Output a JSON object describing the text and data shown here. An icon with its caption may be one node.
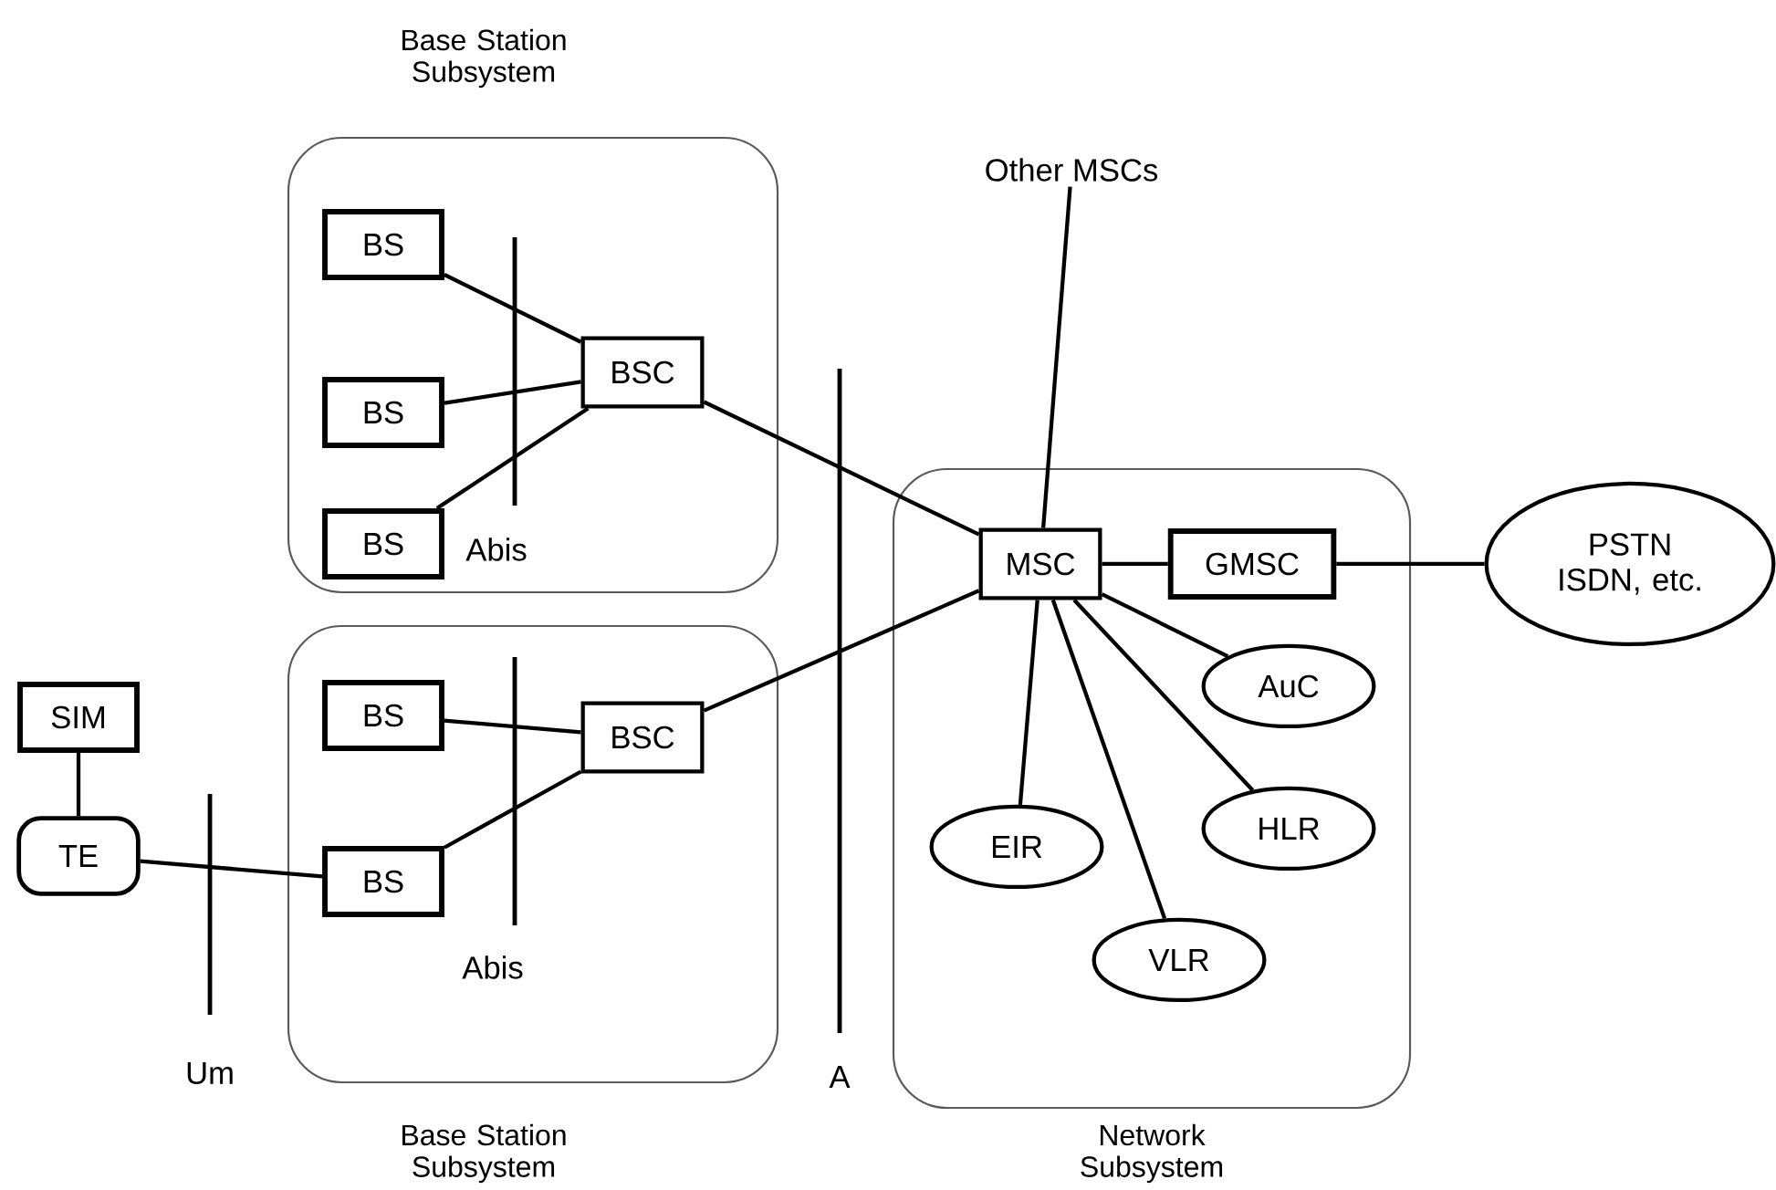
{
  "diagram": {
    "nodes": [
      {
        "text": [
          "Base Station Subsystem"
        ]
      },
      {
        "text": [
          "BS"
        ],
        "in": 0
      },
      {
        "text": [
          "BS"
        ],
        "in": 0
      },
      {
        "text": [
          "BS"
        ],
        "in": 0
      },
      {
        "text": [
          "BSC"
        ],
        "in": 0
      },
      {
        "text": [
          "Base Station Subsystem"
        ]
      },
      {
        "text": [
          "BS"
        ],
        "in": 5
      },
      {
        "text": [
          "BS"
        ],
        "in": 5
      },
      {
        "text": [
          "BSC"
        ],
        "in": 5
      },
      {
        "text": [
          "SIM"
        ]
      },
      {
        "text": [
          "TE"
        ]
      },
      {
        "text": [
          "Network Subsystem"
        ]
      },
      {
        "text": [
          "MSC"
        ],
        "in": 11
      },
      {
        "text": [
          "GMSC"
        ],
        "in": 11
      },
      {
        "text": [
          "AuC"
        ],
        "in": 11
      },
      {
        "text": [
          "HLR"
        ],
        "in": 11
      },
      {
        "text": [
          "EIR"
        ],
        "in": 11
      },
      {
        "text": [
          "VLR"
        ],
        "in": 11
      },
      {
        "text": [
          "PSTN ISDN, etc."
        ]
      },
      {
        "text": [
          "Other MSCs"
        ]
      }
    ],
    "edges": [
      {
        "from": 1,
        "to": 4,
        "arrow": "none"
      },
      {
        "from": 2,
        "to": 4,
        "arrow": "none"
      },
      {
        "from": 3,
        "to": 4,
        "arrow": "none"
      },
      {
        "from": 6,
        "to": 8,
        "arrow": "none"
      },
      {
        "from": 7,
        "to": 8,
        "arrow": "none"
      },
      {
        "from": 9,
        "to": 10,
        "arrow": "none"
      },
      {
        "from": 10,
        "to": 7,
        "arrow": "none"
      },
      {
        "from": 4,
        "to": 12,
        "arrow": "none"
      },
      {
        "from": 8,
        "to": 12,
        "arrow": "none"
      },
      {
        "from": 12,
        "to": 13,
        "arrow": "none"
      },
      {
        "from": 13,
        "to": 18,
        "arrow": "none"
      },
      {
        "from": 12,
        "to": 14,
        "arrow": "none"
      },
      {
        "from": 12,
        "to": 15,
        "arrow": "none"
      },
      {
        "from": 12,
        "to": 16,
        "arrow": "none"
      },
      {
        "from": 12,
        "to": 17,
        "arrow": "none"
      },
      {
        "from": 19,
        "to": 12,
        "arrow": "none"
      }
    ],
    "labels": [
      "Abis",
      "Abis",
      "Um",
      "A"
    ]
  }
}
